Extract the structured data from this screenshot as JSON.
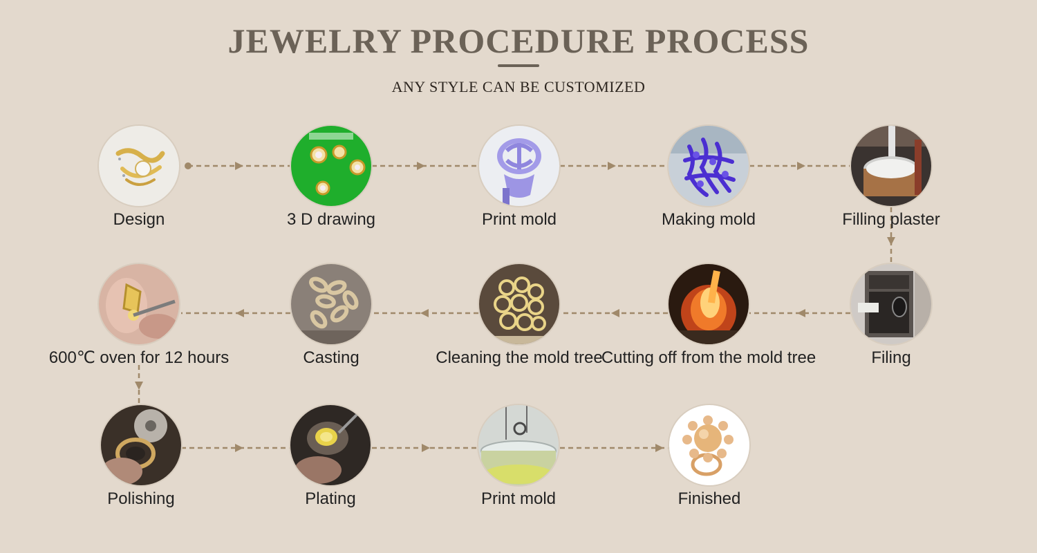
{
  "header": {
    "title": "JEWELRY PROCEDURE PROCESS",
    "subtitle": "ANY STYLE CAN BE CUSTOMIZED"
  },
  "colors": {
    "background": "#e3d9cd",
    "connector": "#a0896a",
    "title": "#6b6257"
  },
  "steps": [
    {
      "label": "Design",
      "photo": "gold-brooch-sketch"
    },
    {
      "label": "3 D drawing",
      "photo": "green-screen-3d-render"
    },
    {
      "label": "Print mold",
      "photo": "purple-resin-ring"
    },
    {
      "label": "Making mold",
      "photo": "blue-wax-cluster"
    },
    {
      "label": "Filling plaster",
      "photo": "plaster-flask"
    },
    {
      "label": "Filing",
      "photo": "kiln-oven"
    },
    {
      "label": "Cutting off from the mold tree",
      "photo": "molten-metal"
    },
    {
      "label": "Cleaning the mold tree",
      "photo": "gold-casting-tree"
    },
    {
      "label": "Casting",
      "photo": "cast-ring-pile"
    },
    {
      "label": "600℃ oven for 12 hours",
      "photo": "hand-filing-ring"
    },
    {
      "label": "Polishing",
      "photo": "polishing-wheel"
    },
    {
      "label": "Plating",
      "photo": "setting-gemstone"
    },
    {
      "label": "Print mold",
      "photo": "plating-bath"
    },
    {
      "label": "Finished",
      "photo": "pearl-ring"
    }
  ]
}
